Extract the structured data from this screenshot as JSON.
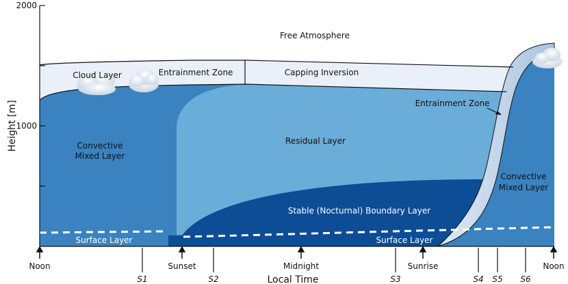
{
  "axes": {
    "y_label": "Height [m]",
    "y_ticks": [
      "2000",
      "1000"
    ],
    "x_label": "Local Time",
    "x_ticks": [
      "Noon",
      "Sunset",
      "Midnight",
      "Sunrise",
      "Noon"
    ]
  },
  "stations": [
    "S1",
    "S2",
    "S3",
    "S4",
    "S5",
    "S6"
  ],
  "layers": {
    "free_atmosphere": "Free Atmosphere",
    "cloud_layer": "Cloud Layer",
    "entrainment_zone_top": "Entrainment Zone",
    "capping_inversion": "Capping Inversion",
    "entrainment_zone_right": "Entrainment Zone",
    "convective_mixed_left_1": "Convective",
    "convective_mixed_left_2": "Mixed Layer",
    "residual_layer": "Residual Layer",
    "convective_mixed_right_1": "Convective",
    "convective_mixed_right_2": "Mixed Layer",
    "stable_boundary_layer": "Stable (Nocturnal) Boundary Layer",
    "surface_layer_left": "Surface Layer",
    "surface_layer_right": "Surface Layer"
  },
  "colors": {
    "mixed_layer": "#3a83c0",
    "residual_layer": "#6aadd8",
    "stable_layer": "#0c4d96",
    "entrainment": "#eaf0fa",
    "entrainment_right": "#c2d6ec",
    "outline": "#111111"
  }
}
